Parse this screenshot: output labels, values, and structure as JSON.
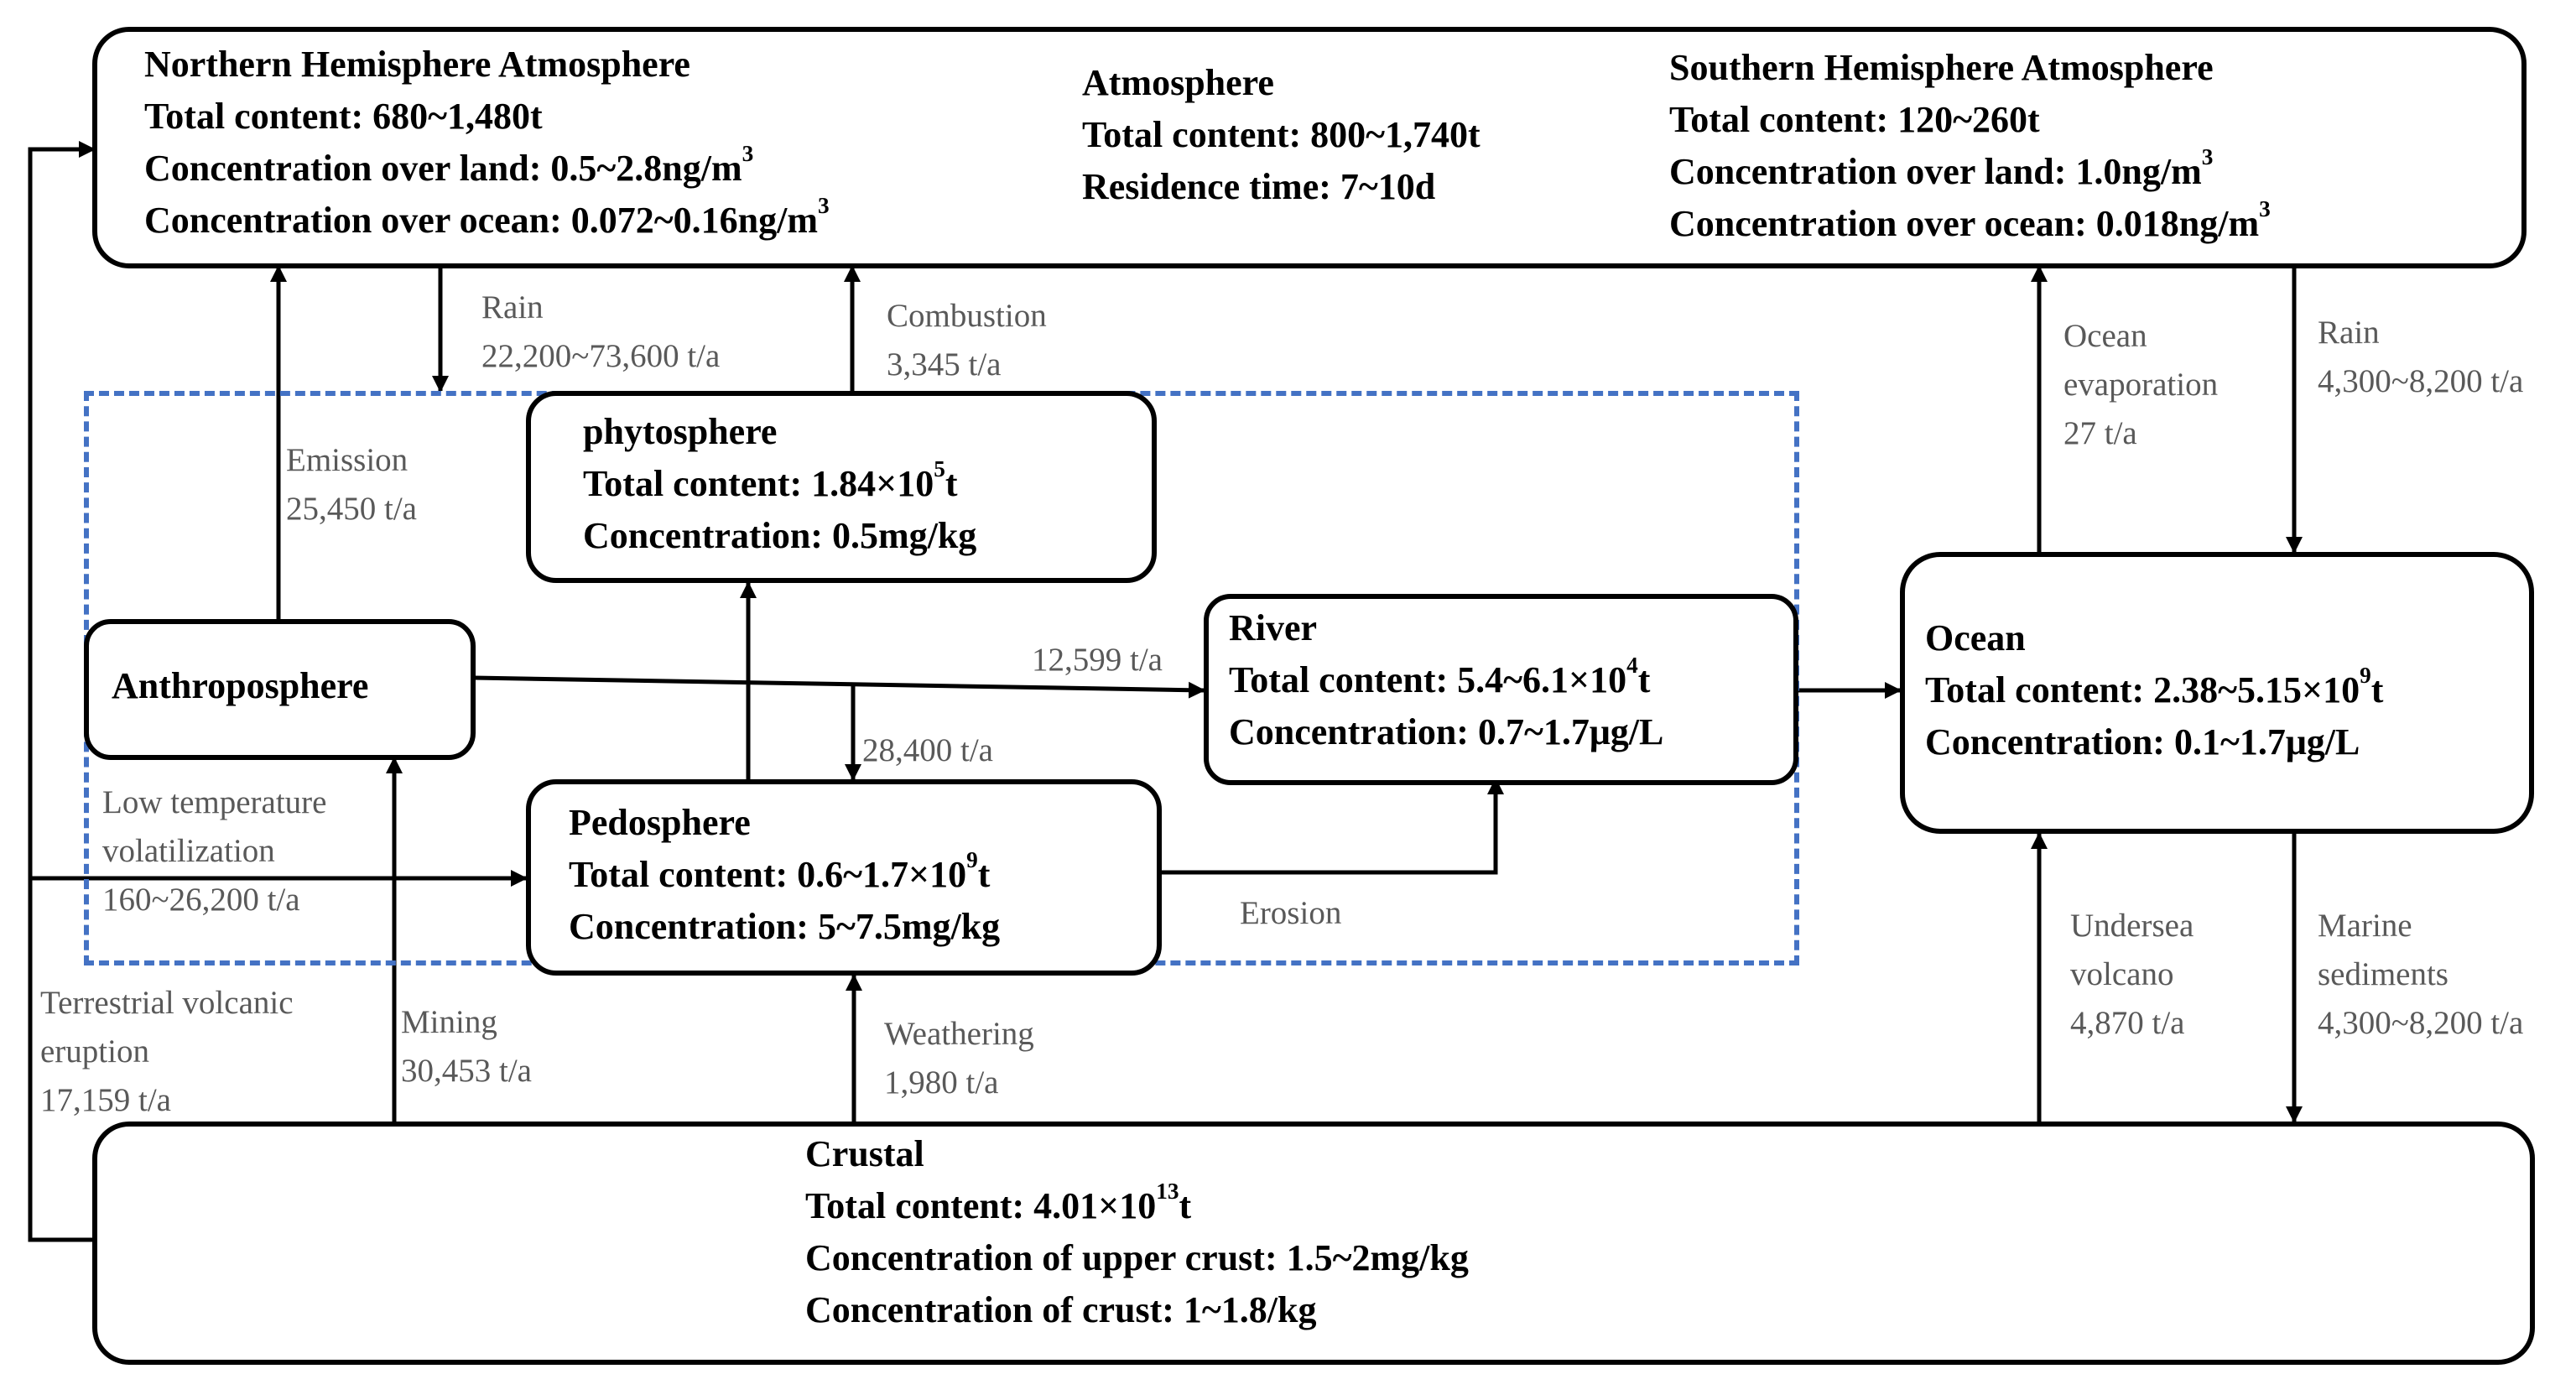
{
  "boxes": {
    "northern_atmosphere": {
      "title": "Northern Hemisphere Atmosphere",
      "total_content": "Total content: 680~1,480t",
      "concentration_land": "Concentration over land: 0.5~2.8ng/m",
      "concentration_land_sup": "3",
      "concentration_ocean": "Concentration over ocean: 0.072~0.16ng/m",
      "concentration_ocean_sup": "3"
    },
    "atmosphere": {
      "title": "Atmosphere",
      "total_content": "Total content: 800~1,740t",
      "residence_time": "Residence time: 7~10d"
    },
    "southern_atmosphere": {
      "title": "Southern Hemisphere Atmosphere",
      "total_content": "Total content: 120~260t",
      "concentration_land": "Concentration over land: 1.0ng/m",
      "concentration_land_sup": "3",
      "concentration_ocean": "Concentration over ocean: 0.018ng/m",
      "concentration_ocean_sup": "3"
    },
    "phytosphere": {
      "title": "phytosphere",
      "total_content": "Total content: 1.84×10",
      "total_content_sup": "5",
      "total_content_unit": "t",
      "concentration": "Concentration: 0.5mg/kg"
    },
    "anthroposphere": {
      "title": "Anthroposphere"
    },
    "river": {
      "title": "River",
      "total_content": "Total content: 5.4~6.1×10",
      "total_content_sup": "4",
      "total_content_unit": "t",
      "concentration": "Concentration: 0.7~1.7μg/L"
    },
    "pedosphere": {
      "title": "Pedosphere",
      "total_content": "Total content: 0.6~1.7×10",
      "total_content_sup": "9",
      "total_content_unit": "t",
      "concentration": "Concentration: 5~7.5mg/kg"
    },
    "ocean": {
      "title": "Ocean",
      "total_content": "Total content: 2.38~5.15×10",
      "total_content_sup": "9",
      "total_content_unit": "t",
      "concentration": "Concentration: 0.1~1.7μg/L"
    },
    "crustal": {
      "title": "Crustal",
      "total_content": "Total content: 4.01×10",
      "total_content_sup": "13",
      "total_content_unit": "t",
      "concentration_upper": "Concentration of upper crust: 1.5~2mg/kg",
      "concentration_crust": "Concentration of crust:  1~1.8/kg"
    }
  },
  "flows": {
    "rain_north": {
      "name": "Rain",
      "value": "22,200~73,600 t/a"
    },
    "combustion": {
      "name": "Combustion",
      "value": "3,345 t/a"
    },
    "emission": {
      "name": "Emission",
      "value": "25,450 t/a"
    },
    "anthro_to_river": {
      "value": "12,599 t/a"
    },
    "to_pedosphere": {
      "value": "28,400 t/a"
    },
    "low_temp_volatilization": {
      "name_line1": "Low temperature",
      "name_line2": "volatilization",
      "value": "160~26,200 t/a"
    },
    "erosion": {
      "name": "Erosion"
    },
    "terrestrial_volcanic": {
      "name_line1": "Terrestrial volcanic",
      "name_line2": "eruption",
      "value": "17,159 t/a"
    },
    "mining": {
      "name": "Mining",
      "value": "30,453 t/a"
    },
    "weathering": {
      "name": "Weathering",
      "value": "1,980 t/a"
    },
    "ocean_evaporation": {
      "name_line1": "Ocean",
      "name_line2": "evaporation",
      "value": "27 t/a"
    },
    "rain_south": {
      "name": "Rain",
      "value": "4,300~8,200 t/a"
    },
    "undersea_volcano": {
      "name_line1": "Undersea",
      "name_line2": "volcano",
      "value": "4,870 t/a"
    },
    "marine_sediments": {
      "name_line1": "Marine",
      "name_line2": "sediments",
      "value": "4,300~8,200 t/a"
    }
  }
}
